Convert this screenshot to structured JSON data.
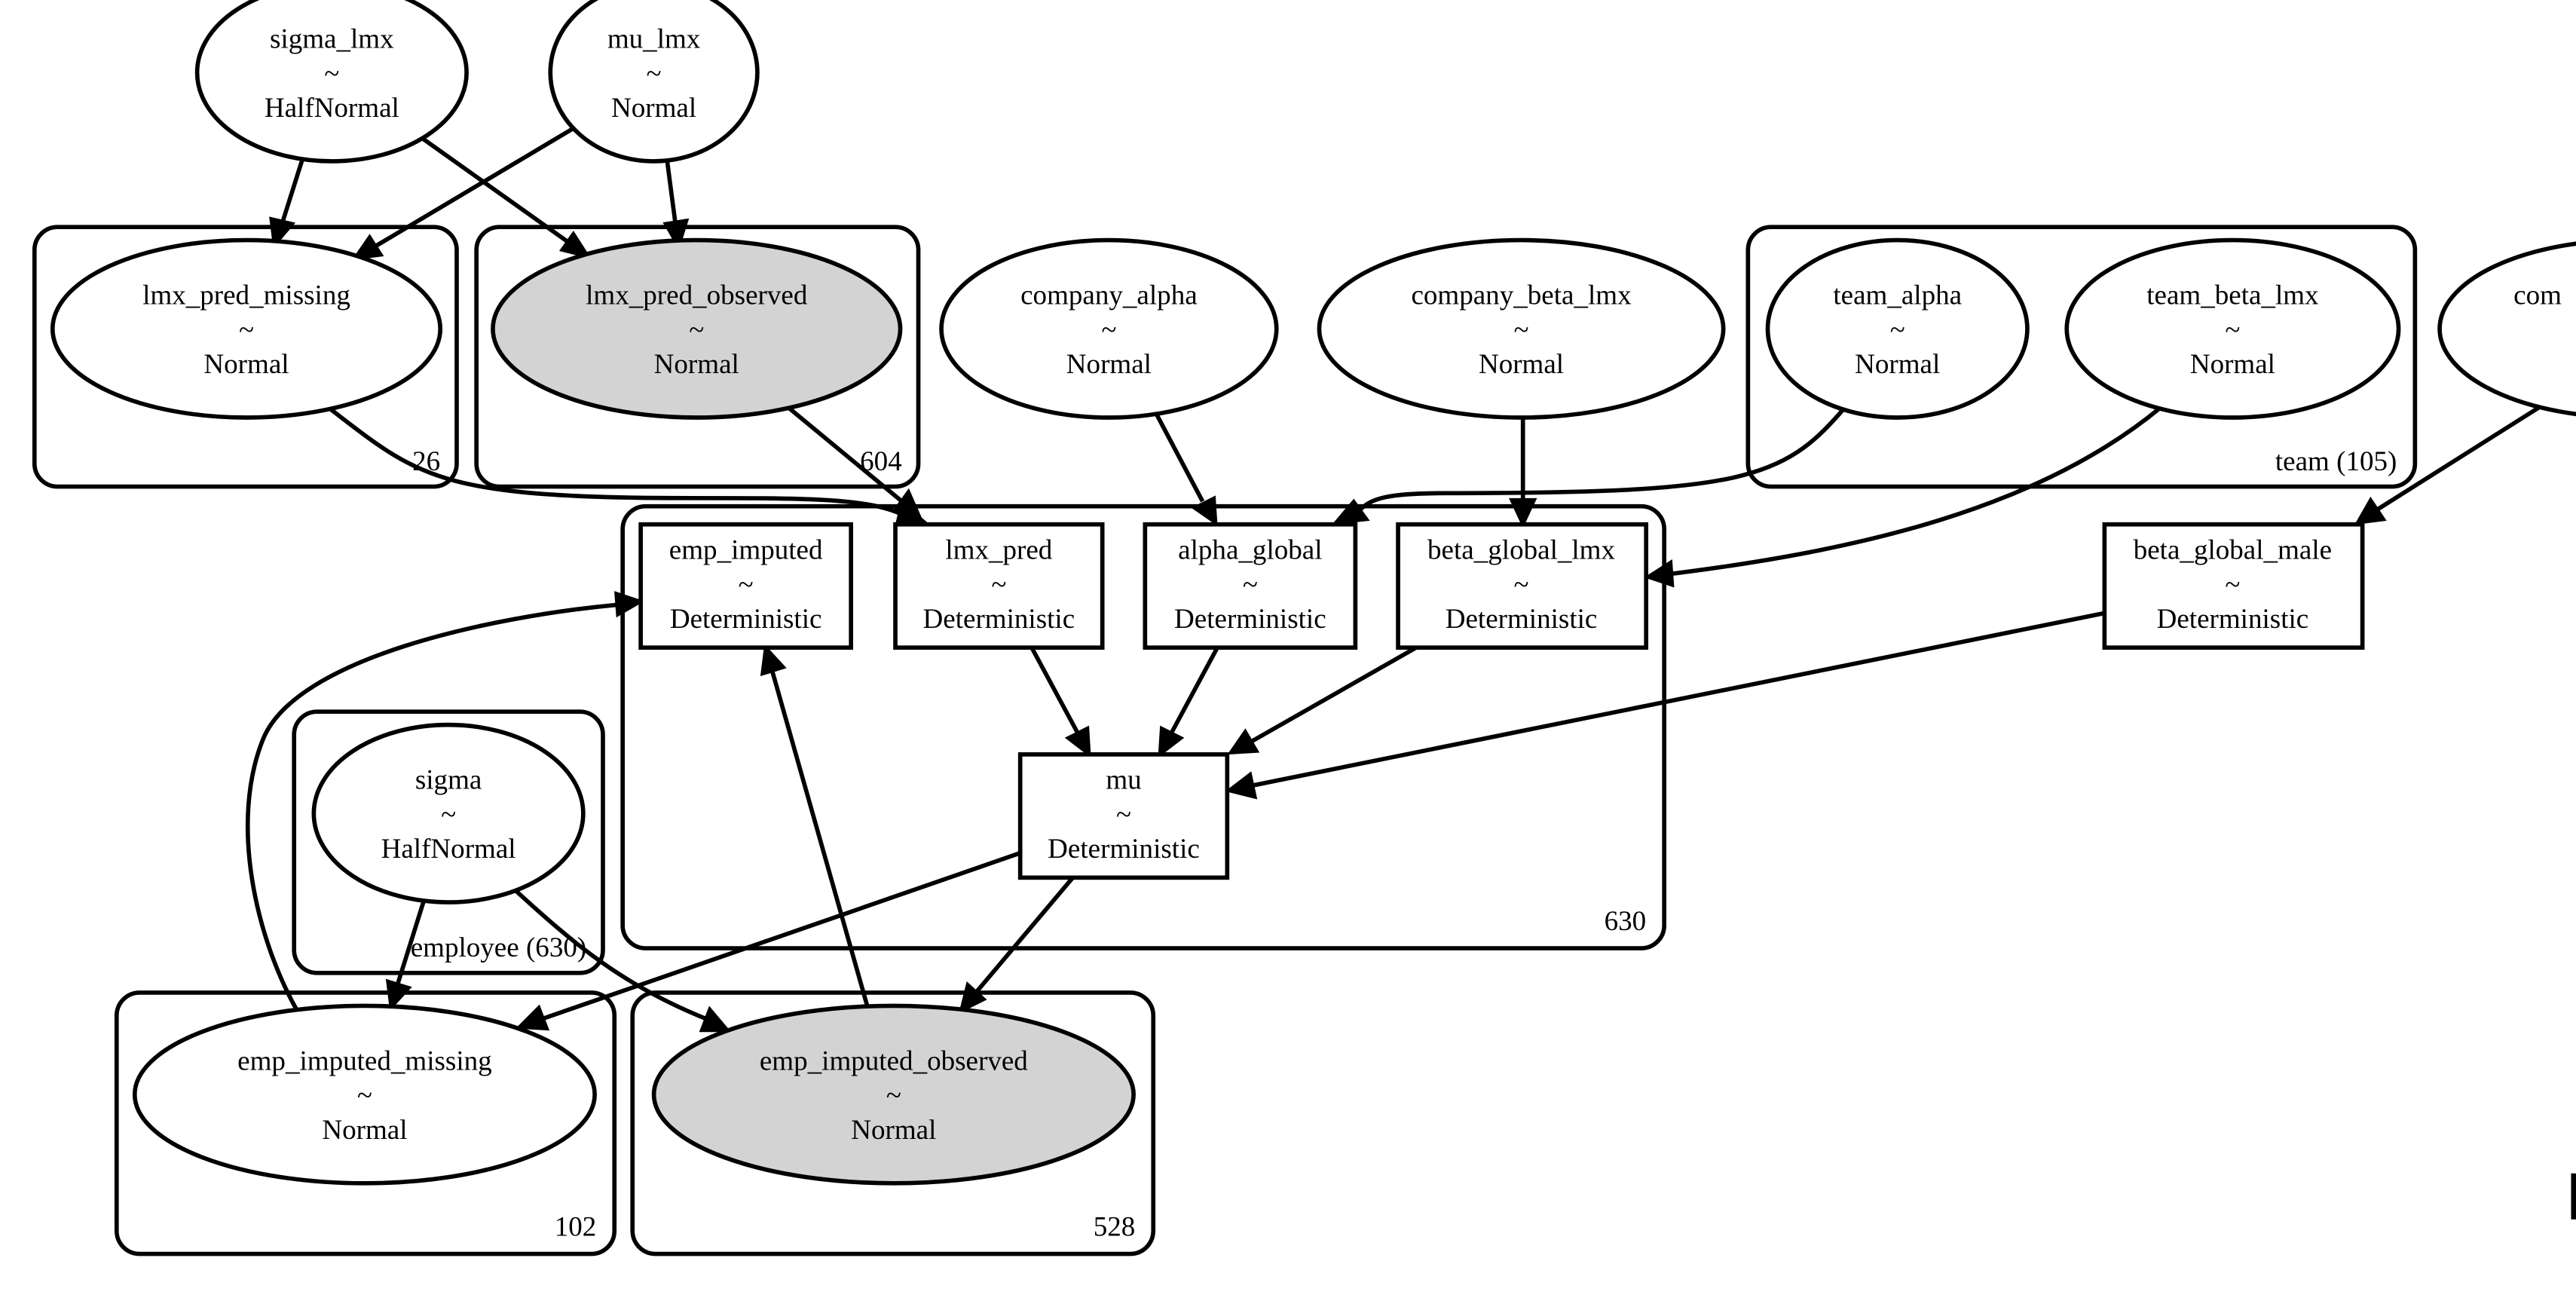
{
  "colors": {
    "observed_fill": "#d3d3d3",
    "latent_fill": "#ffffff",
    "stroke": "#000000",
    "background": "#ffffff"
  },
  "nodes": {
    "sigma_lmx": {
      "name": "sigma_lmx",
      "sep": "~",
      "dist": "HalfNormal",
      "observed": false
    },
    "mu_lmx": {
      "name": "mu_lmx",
      "sep": "~",
      "dist": "Normal",
      "observed": false
    },
    "lmx_pred_missing": {
      "name": "lmx_pred_missing",
      "sep": "~",
      "dist": "Normal",
      "observed": false
    },
    "lmx_pred_observed": {
      "name": "lmx_pred_observed",
      "sep": "~",
      "dist": "Normal",
      "observed": true
    },
    "company_alpha": {
      "name": "company_alpha",
      "sep": "~",
      "dist": "Normal",
      "observed": false
    },
    "company_beta_lmx": {
      "name": "company_beta_lmx",
      "sep": "~",
      "dist": "Normal",
      "observed": false
    },
    "team_alpha": {
      "name": "team_alpha",
      "sep": "~",
      "dist": "Normal",
      "observed": false
    },
    "team_beta_lmx": {
      "name": "team_beta_lmx",
      "sep": "~",
      "dist": "Normal",
      "observed": false
    },
    "com_cut": {
      "name": "com",
      "observed": false
    },
    "emp_imputed": {
      "name": "emp_imputed",
      "sep": "~",
      "dist": "Deterministic"
    },
    "lmx_pred": {
      "name": "lmx_pred",
      "sep": "~",
      "dist": "Deterministic"
    },
    "alpha_global": {
      "name": "alpha_global",
      "sep": "~",
      "dist": "Deterministic"
    },
    "beta_global_lmx": {
      "name": "beta_global_lmx",
      "sep": "~",
      "dist": "Deterministic"
    },
    "beta_global_male": {
      "name": "beta_global_male",
      "sep": "~",
      "dist": "Deterministic"
    },
    "mu": {
      "name": "mu",
      "sep": "~",
      "dist": "Deterministic"
    },
    "sigma": {
      "name": "sigma",
      "sep": "~",
      "dist": "HalfNormal",
      "observed": false
    },
    "emp_imputed_missing": {
      "name": "emp_imputed_missing",
      "sep": "~",
      "dist": "Normal",
      "observed": false
    },
    "emp_imputed_observed": {
      "name": "emp_imputed_observed",
      "sep": "~",
      "dist": "Normal",
      "observed": true
    }
  },
  "plates": {
    "lmx_missing": {
      "label": "26"
    },
    "lmx_observed": {
      "label": "604"
    },
    "team": {
      "label": "team (105)"
    },
    "main": {
      "label": "630"
    },
    "employee": {
      "label": "employee (630)"
    },
    "emp_missing": {
      "label": "102"
    },
    "emp_observed": {
      "label": "528"
    }
  },
  "edges": [
    {
      "from": "sigma_lmx",
      "to": "lmx_pred_missing"
    },
    {
      "from": "sigma_lmx",
      "to": "lmx_pred_observed"
    },
    {
      "from": "mu_lmx",
      "to": "lmx_pred_missing"
    },
    {
      "from": "mu_lmx",
      "to": "lmx_pred_observed"
    },
    {
      "from": "lmx_pred_missing",
      "to": "lmx_pred"
    },
    {
      "from": "lmx_pred_observed",
      "to": "lmx_pred"
    },
    {
      "from": "company_alpha",
      "to": "alpha_global"
    },
    {
      "from": "team_alpha",
      "to": "alpha_global"
    },
    {
      "from": "company_beta_lmx",
      "to": "beta_global_lmx"
    },
    {
      "from": "team_beta_lmx",
      "to": "beta_global_lmx"
    },
    {
      "from": "com_cut",
      "to": "beta_global_male"
    },
    {
      "from": "lmx_pred",
      "to": "mu"
    },
    {
      "from": "alpha_global",
      "to": "mu"
    },
    {
      "from": "beta_global_lmx",
      "to": "mu"
    },
    {
      "from": "beta_global_male",
      "to": "mu"
    },
    {
      "from": "mu",
      "to": "emp_imputed_missing"
    },
    {
      "from": "mu",
      "to": "emp_imputed_observed"
    },
    {
      "from": "sigma",
      "to": "emp_imputed_missing"
    },
    {
      "from": "sigma",
      "to": "emp_imputed_observed"
    },
    {
      "from": "emp_imputed_missing",
      "to": "emp_imputed"
    },
    {
      "from": "emp_imputed_observed",
      "to": "emp_imputed"
    }
  ]
}
